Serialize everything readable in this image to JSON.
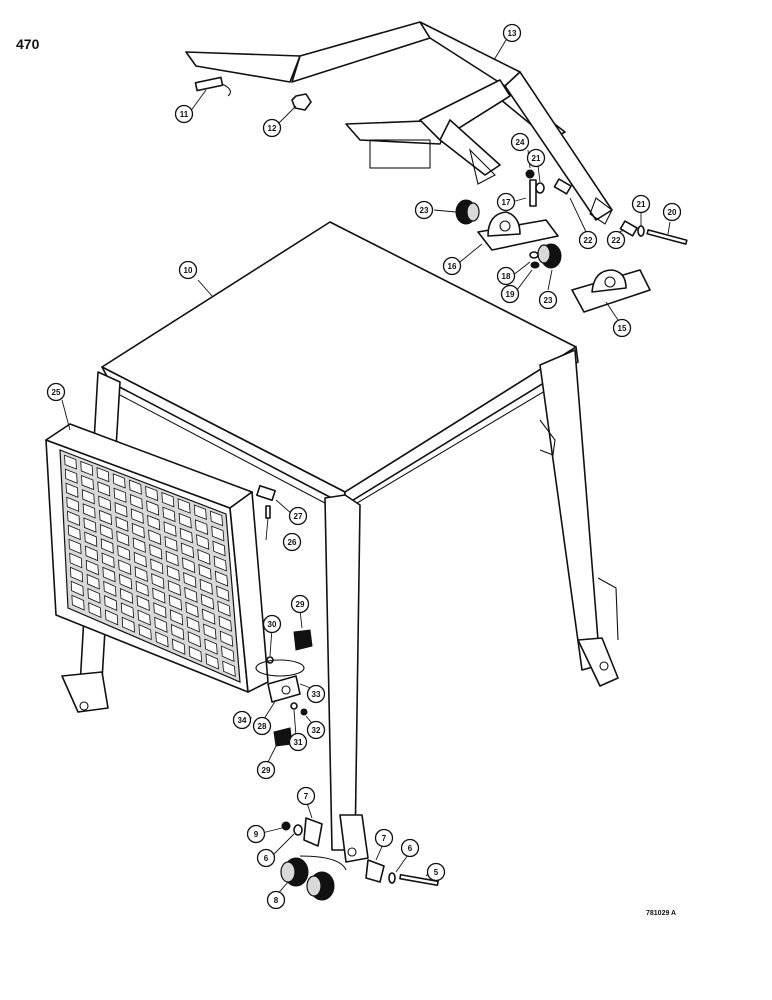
{
  "page_number": "470",
  "drawing_code": "781029 A",
  "callouts": [
    {
      "label": "5"
    },
    {
      "label": "6"
    },
    {
      "label": "6"
    },
    {
      "label": "7"
    },
    {
      "label": "7"
    },
    {
      "label": "8"
    },
    {
      "label": "9"
    },
    {
      "label": "10"
    },
    {
      "label": "11"
    },
    {
      "label": "12"
    },
    {
      "label": "13"
    },
    {
      "label": "15"
    },
    {
      "label": "16"
    },
    {
      "label": "17"
    },
    {
      "label": "18"
    },
    {
      "label": "19"
    },
    {
      "label": "20"
    },
    {
      "label": "21"
    },
    {
      "label": "21"
    },
    {
      "label": "22"
    },
    {
      "label": "22"
    },
    {
      "label": "23"
    },
    {
      "label": "23"
    },
    {
      "label": "24"
    },
    {
      "label": "25"
    },
    {
      "label": "26"
    },
    {
      "label": "27"
    },
    {
      "label": "28"
    },
    {
      "label": "29"
    },
    {
      "label": "29"
    },
    {
      "label": "30"
    },
    {
      "label": "31"
    },
    {
      "label": "32"
    },
    {
      "label": "33"
    },
    {
      "label": "34"
    }
  ]
}
